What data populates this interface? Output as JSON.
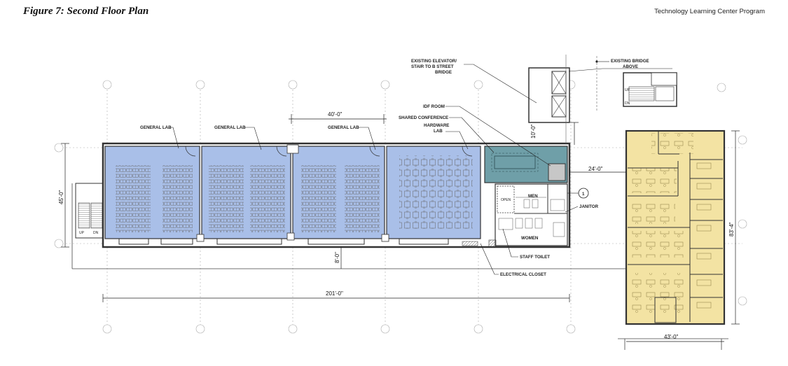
{
  "header": {
    "figure_title": "Figure 7: Second Floor Plan",
    "program_title": "Technology Learning Center Program"
  },
  "labels": {
    "general_lab": "GENERAL LAB",
    "idf_room": "IDF ROOM",
    "shared_conference": "SHARED CONFERENCE",
    "hardware_lab_1": "HARDWARE",
    "hardware_lab_2": "LAB",
    "existing_elevator_1": "EXISTING ELEVATOR/",
    "existing_elevator_2": "STAIR TO B STREET",
    "existing_elevator_3": "BRIDGE",
    "existing_bridge_1": "EXISTING BRIDGE",
    "existing_bridge_2": "ABOVE",
    "men": "MEN",
    "women": "WOMEN",
    "janitor": "JANITOR",
    "staff_toilet": "STAFF TOILET",
    "electrical_closet": "ELECTRICAL CLOSET",
    "open": "OPEN",
    "up": "UP",
    "dn": "DN",
    "section_marker": "1"
  },
  "dimensions": {
    "d40": "40'-0\"",
    "d45": "45'-0\"",
    "d10": "10'-0\"",
    "d24": "24'-0\"",
    "d8": "8'-0\"",
    "d201": "201'-0\"",
    "d43": "43'-0\"",
    "d83": "83'-4\""
  },
  "colors": {
    "lab_blue": "#a9bfe8",
    "conference_teal": "#6f9fa8",
    "office_yellow": "#f3e3a3",
    "wall": "#333333"
  }
}
